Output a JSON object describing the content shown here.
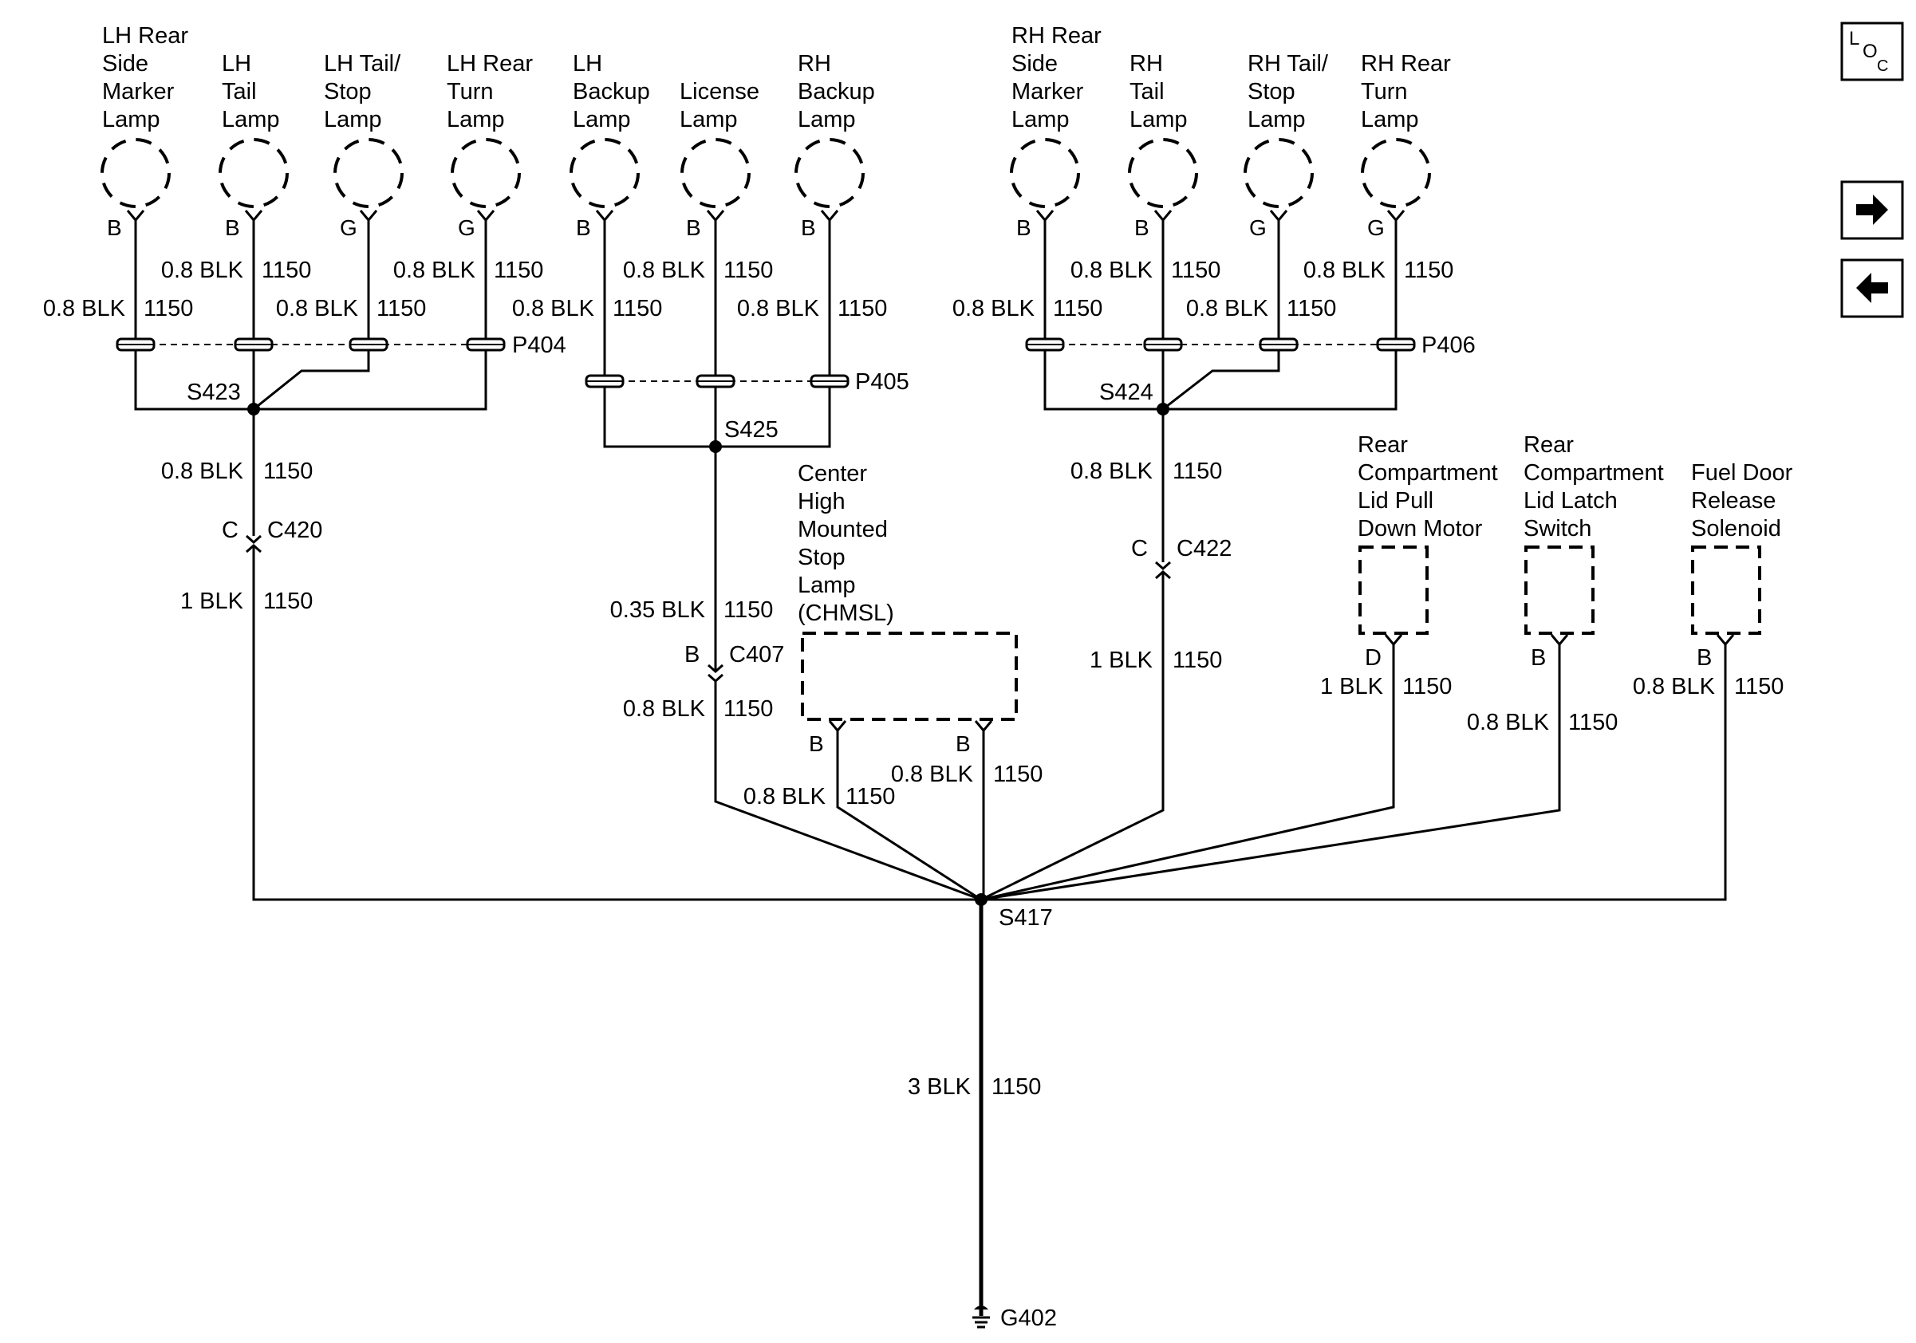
{
  "lamps": [
    {
      "lines": [
        "LH Rear",
        "Side",
        "Marker",
        "Lamp"
      ],
      "pin": "B",
      "upper_gauge": "",
      "upper_circuit": "",
      "lower_gauge": "0.8 BLK",
      "lower_circuit": "1150"
    },
    {
      "lines": [
        "LH",
        "Tail",
        "Lamp"
      ],
      "pin": "B",
      "upper_gauge": "0.8 BLK",
      "upper_circuit": "1150",
      "lower_gauge": "",
      "lower_circuit": ""
    },
    {
      "lines": [
        "LH Tail/",
        "Stop",
        "Lamp"
      ],
      "pin": "G",
      "upper_gauge": "",
      "upper_circuit": "",
      "lower_gauge": "0.8 BLK",
      "lower_circuit": "1150"
    },
    {
      "lines": [
        "LH Rear",
        "Turn",
        "Lamp"
      ],
      "pin": "G",
      "upper_gauge": "0.8 BLK",
      "upper_circuit": "1150",
      "lower_gauge": "",
      "lower_circuit": ""
    },
    {
      "lines": [
        "LH",
        "Backup",
        "Lamp"
      ],
      "pin": "B",
      "upper_gauge": "",
      "upper_circuit": "",
      "lower_gauge": "0.8 BLK",
      "lower_circuit": "1150"
    },
    {
      "lines": [
        "License",
        "Lamp"
      ],
      "pin": "B",
      "upper_gauge": "0.8 BLK",
      "upper_circuit": "1150",
      "lower_gauge": "",
      "lower_circuit": ""
    },
    {
      "lines": [
        "RH",
        "Backup",
        "Lamp"
      ],
      "pin": "B",
      "upper_gauge": "",
      "upper_circuit": "",
      "lower_gauge": "0.8 BLK",
      "lower_circuit": "1150"
    },
    {
      "lines": [
        "RH Rear",
        "Side",
        "Marker",
        "Lamp"
      ],
      "pin": "B",
      "upper_gauge": "",
      "upper_circuit": "",
      "lower_gauge": "0.8 BLK",
      "lower_circuit": "1150"
    },
    {
      "lines": [
        "RH",
        "Tail",
        "Lamp"
      ],
      "pin": "B",
      "upper_gauge": "0.8 BLK",
      "upper_circuit": "1150",
      "lower_gauge": "",
      "lower_circuit": ""
    },
    {
      "lines": [
        "RH Tail/",
        "Stop",
        "Lamp"
      ],
      "pin": "G",
      "upper_gauge": "",
      "upper_circuit": "",
      "lower_gauge": "0.8 BLK",
      "lower_circuit": "1150"
    },
    {
      "lines": [
        "RH Rear",
        "Turn",
        "Lamp"
      ],
      "pin": "G",
      "upper_gauge": "0.8 BLK",
      "upper_circuit": "1150",
      "lower_gauge": "",
      "lower_circuit": ""
    }
  ],
  "plugs": {
    "p404": "P404",
    "p405": "P405",
    "p406": "P406"
  },
  "splices": {
    "s423": "S423",
    "s424": "S424",
    "s425": "S425",
    "s417": "S417"
  },
  "left_branch": {
    "upper_gauge": "0.8 BLK",
    "upper_circuit": "1150",
    "connector_pin": "C",
    "connector": "C420",
    "lower_gauge": "1 BLK",
    "lower_circuit": "1150"
  },
  "center_branch": {
    "upper_gauge": "0.35 BLK",
    "upper_circuit": "1150",
    "connector_pin": "B",
    "connector": "C407",
    "lower_gauge": "0.8 BLK",
    "lower_circuit": "1150"
  },
  "right_branch": {
    "upper_gauge": "0.8 BLK",
    "upper_circuit": "1150",
    "connector_pin": "C",
    "connector": "C422",
    "lower_gauge": "1 BLK",
    "lower_circuit": "1150"
  },
  "chmsl": {
    "lines": [
      "Center",
      "High",
      "Mounted",
      "Stop",
      "Lamp",
      "(CHMSL)"
    ],
    "pin_left": "B",
    "pin_right": "B",
    "left_gauge": "0.8 BLK",
    "left_circuit": "1150",
    "right_gauge": "0.8 BLK",
    "right_circuit": "1150"
  },
  "components": [
    {
      "lines": [
        "Rear",
        "Compartment",
        "Lid Pull",
        "Down Motor"
      ],
      "pin": "D",
      "gauge": "1 BLK",
      "circuit": "1150"
    },
    {
      "lines": [
        "Rear",
        "Compartment",
        "Lid Latch",
        "Switch"
      ],
      "pin": "B",
      "gauge": "0.8 BLK",
      "circuit": "1150"
    },
    {
      "lines": [
        "Fuel Door",
        "Release",
        "Solenoid"
      ],
      "pin": "B",
      "gauge": "0.8 BLK",
      "circuit": "1150"
    }
  ],
  "ground_wire": {
    "gauge": "3 BLK",
    "circuit": "1150"
  },
  "ground": "G402",
  "loc_icon": {
    "top": "L",
    "mid": "O",
    "bottom": "C"
  },
  "nav": {
    "next": "next-arrow-icon",
    "prev": "prev-arrow-icon"
  }
}
